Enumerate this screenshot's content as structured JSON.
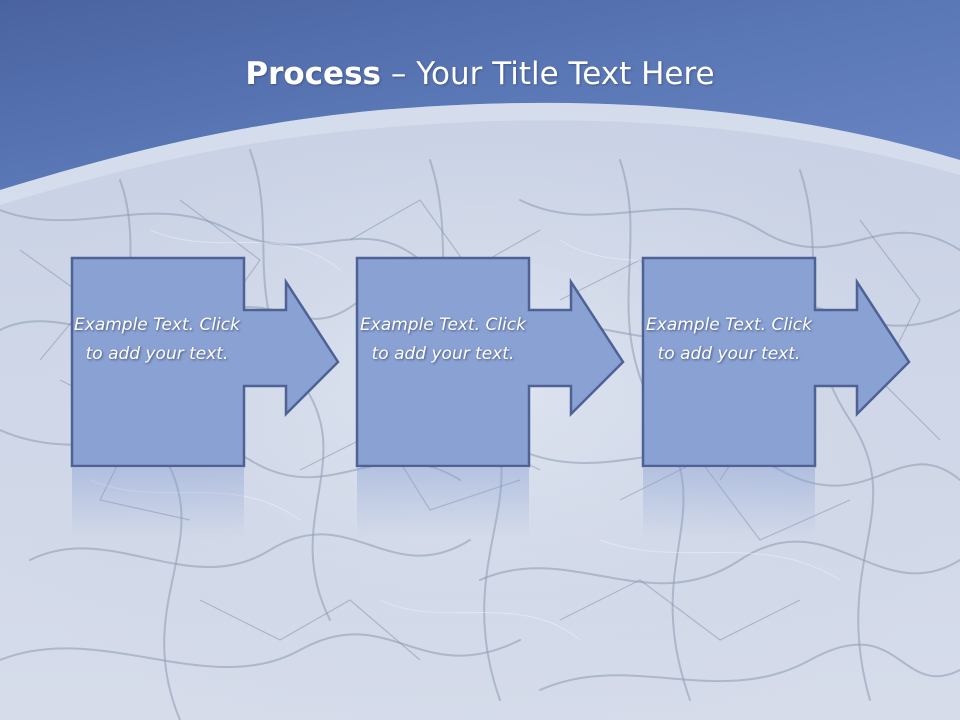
{
  "slide": {
    "title_bold": "Process",
    "title_rest": " – Your Title Text Here"
  },
  "colors": {
    "header_blue": "#5b79b8",
    "box_fill": "#8aa1d4",
    "box_stroke": "#4e6295"
  },
  "steps": [
    {
      "label": "Example Text. Click to add your text."
    },
    {
      "label": "Example Text. Click to add your text."
    },
    {
      "label": "Example Text. Click to add your text."
    }
  ]
}
